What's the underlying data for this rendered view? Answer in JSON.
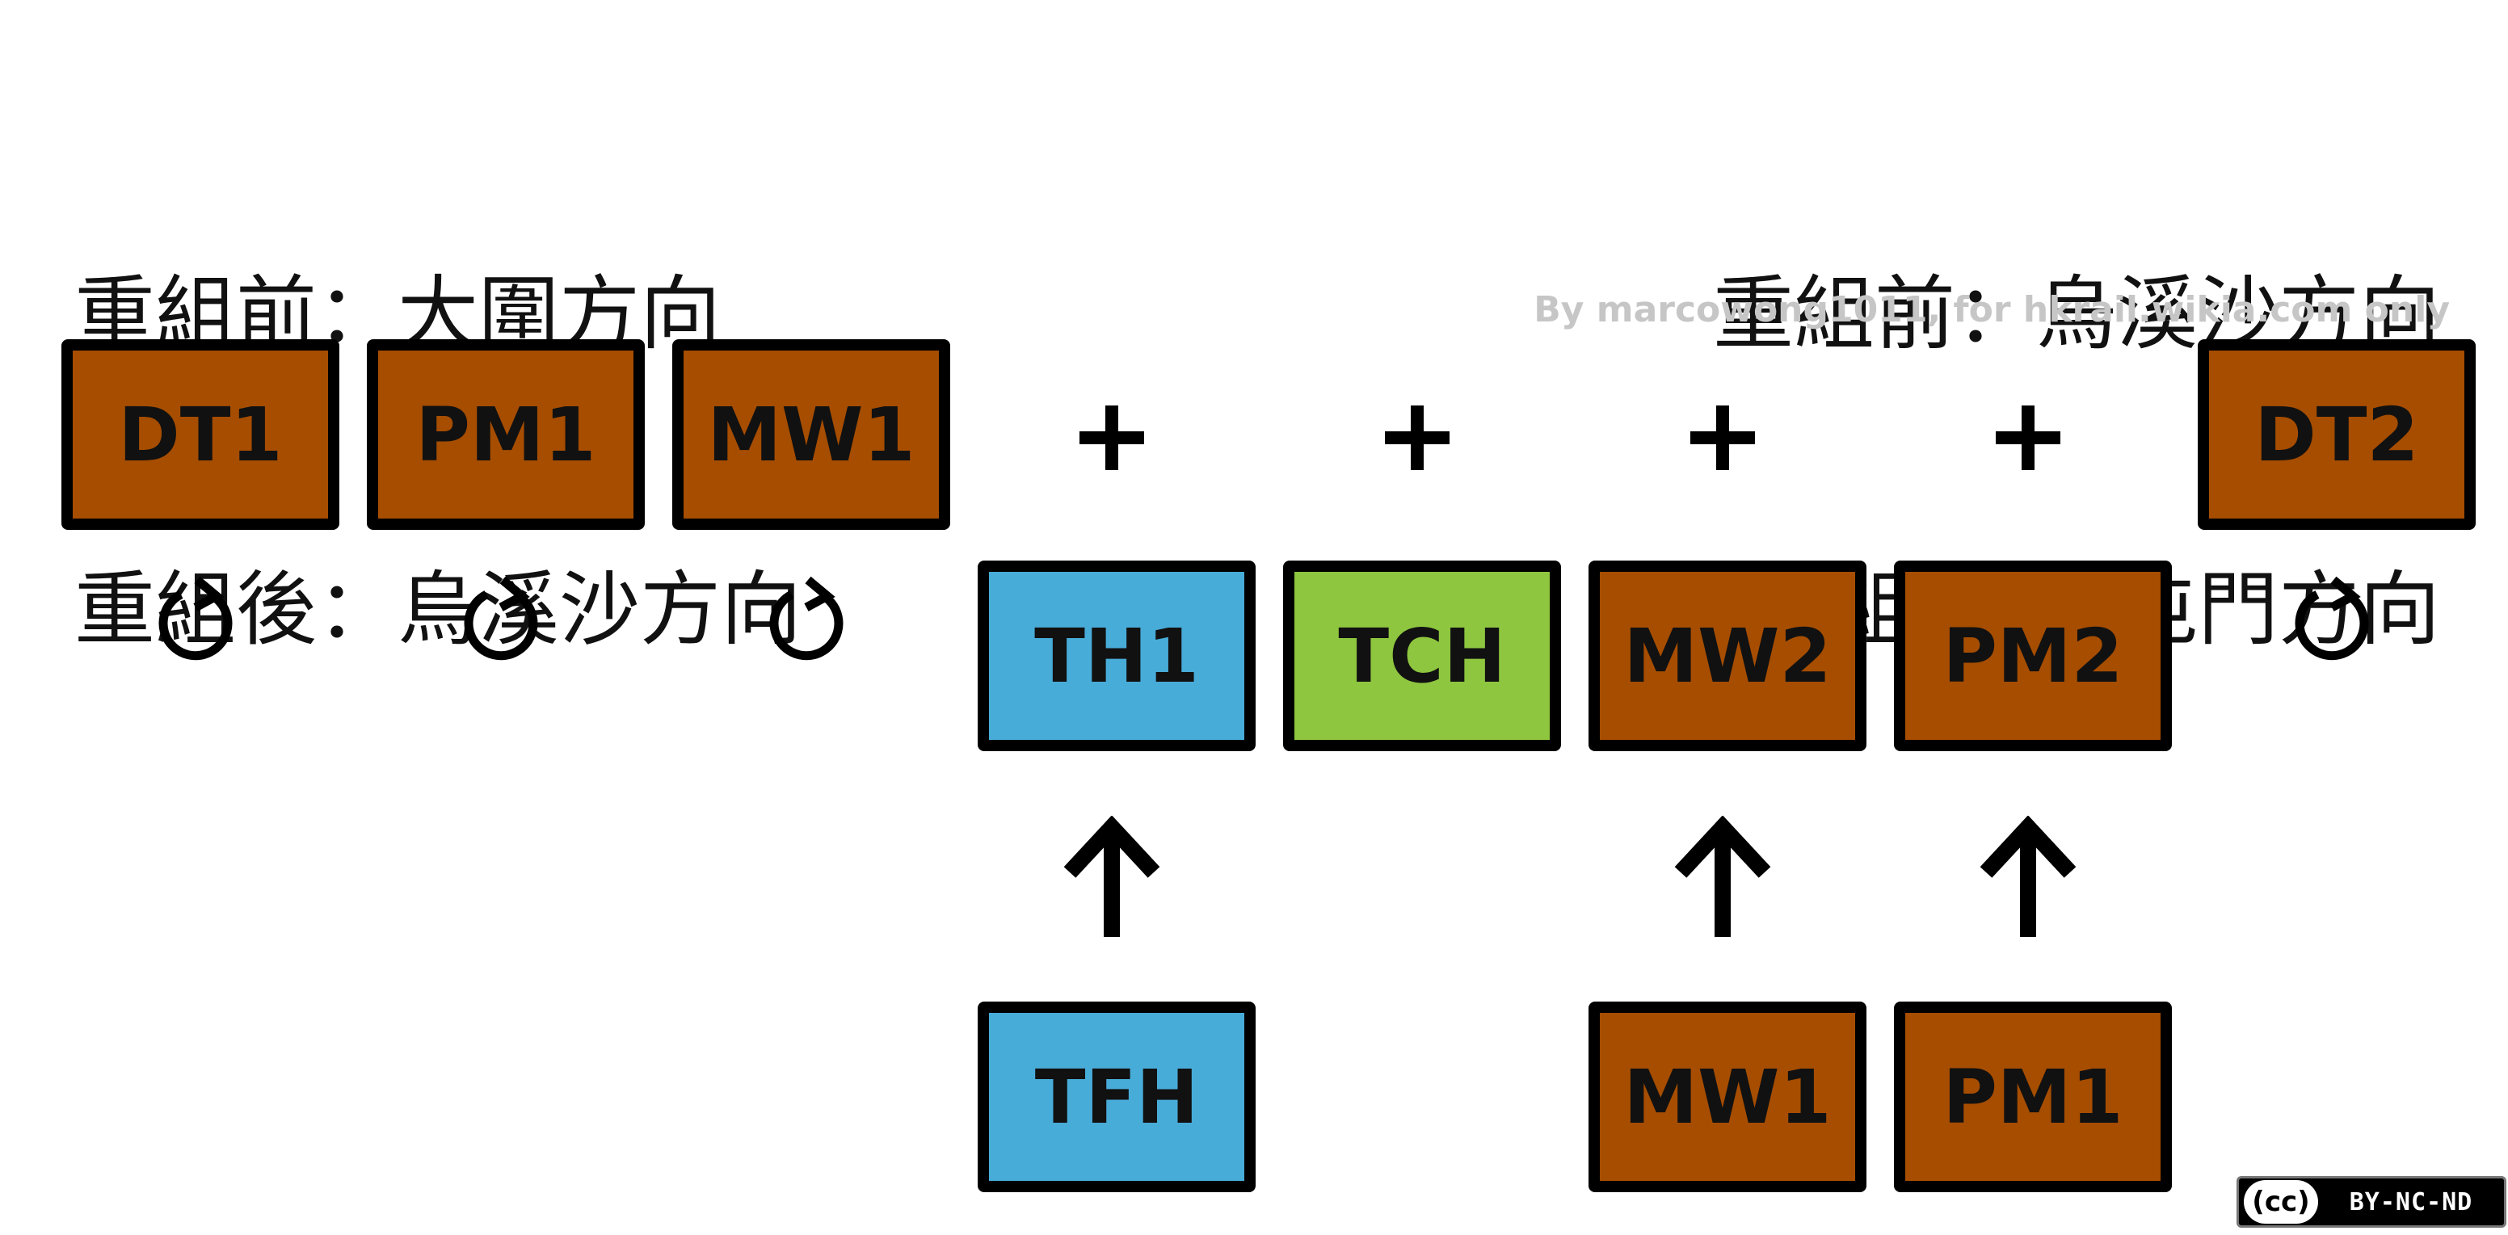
{
  "heading_left": {
    "line1": "重組前：大圍方向",
    "line2": "重組後：烏溪沙方向"
  },
  "heading_right": {
    "line1": "重組前：烏溪沙方向",
    "line2": "重組後：　屯門方向"
  },
  "credit": "By marcowong1011, for hkrail.wikia.com only",
  "license": {
    "logo": "(cc)",
    "text": "BY-NC-ND"
  },
  "colors": {
    "brown": "#a64d00",
    "blue": "#48acd9",
    "green": "#8ec63f"
  },
  "icons": {
    "plus": "plus-icon",
    "rotate": "rotate-clockwise-icon",
    "arrow": "arrow-up-icon"
  },
  "top_row": [
    "DT1",
    "PM1",
    "MW1",
    "DT2"
  ],
  "middle_row": [
    "TH1",
    "TCH",
    "MW2",
    "PM2"
  ],
  "bottom_row": [
    "TFH",
    "MW1",
    "PM1"
  ]
}
